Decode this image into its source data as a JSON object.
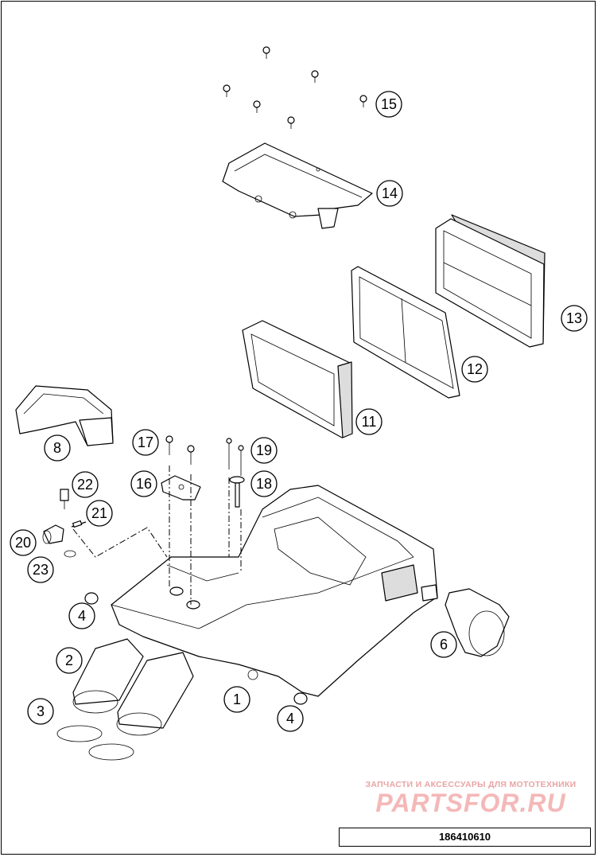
{
  "diagram": {
    "callouts": [
      {
        "id": "callout-1",
        "label": "1"
      },
      {
        "id": "callout-2",
        "label": "2"
      },
      {
        "id": "callout-3",
        "label": "3"
      },
      {
        "id": "callout-4-left",
        "label": "4"
      },
      {
        "id": "callout-4-right",
        "label": "4"
      },
      {
        "id": "callout-6",
        "label": "6"
      },
      {
        "id": "callout-8",
        "label": "8"
      },
      {
        "id": "callout-11",
        "label": "11"
      },
      {
        "id": "callout-12",
        "label": "12"
      },
      {
        "id": "callout-13",
        "label": "13"
      },
      {
        "id": "callout-14",
        "label": "14"
      },
      {
        "id": "callout-15",
        "label": "15"
      },
      {
        "id": "callout-16",
        "label": "16"
      },
      {
        "id": "callout-17",
        "label": "17"
      },
      {
        "id": "callout-18",
        "label": "18"
      },
      {
        "id": "callout-19",
        "label": "19"
      },
      {
        "id": "callout-20",
        "label": "20"
      },
      {
        "id": "callout-21",
        "label": "21"
      },
      {
        "id": "callout-22",
        "label": "22"
      },
      {
        "id": "callout-23",
        "label": "23"
      }
    ],
    "reference_number": "186410610"
  },
  "watermark": {
    "caption": "ЗАПЧАСТИ И АКСЕССУАРЫ ДЛЯ МОТОТЕХНИКИ",
    "logo": "PARTSFOR.RU",
    "color": "#f2b0b0"
  }
}
